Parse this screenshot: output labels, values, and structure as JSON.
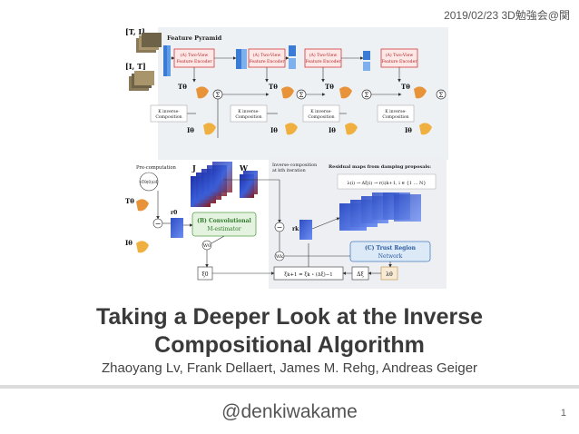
{
  "slide": {
    "date_event": "2019/02/23 3D勉強会@関",
    "title_line1": "Taking a Deeper Look at the Inverse",
    "title_line2": "Compositional Algorithm",
    "authors": "Zhaoyang Lv, Frank Dellaert, James M. Rehg, Andreas Geiger",
    "presenter": "@denkiwakame",
    "page_number": "1"
  },
  "figure": {
    "top": {
      "label_TI": "[T, I]",
      "label_IT": "[I, T]",
      "feature_pyramid": "Feature Pyramid",
      "encoder_line1": "(A) Two-View",
      "encoder_line2": "Feature Encoder",
      "k_line1": "K inverse-",
      "k_line2": "Composition",
      "sum_symbol": "Σ",
      "t_theta": "Tθ",
      "i_theta": "Iθ"
    },
    "bottom": {
      "precomputation": "Pre-computation",
      "jacobian_expr": "∂Tθ(0)/∂ξ",
      "J": "J",
      "W": "W",
      "inverse_comp_line1": "Inverse-composition",
      "inverse_comp_line2": "at kth iteration",
      "residual_maps": "Residual maps from damping proposals:",
      "proposal_formula": "λ(i) → Δξ(i) → r(i)k+1, i ∈ {1 ... N}",
      "t_theta": "Tθ",
      "i_theta": "Iθ",
      "r_zero": "r0",
      "r_k": "rk",
      "m_est_line1": "(B) Convolutional",
      "m_est_line2": "M-estimator",
      "trn_line1": "(C) Trust Region",
      "trn_line2": "Network",
      "w_zero": "W0",
      "w_k": "Wk",
      "xi_zero": "ξ0",
      "update_formula": "ξk+1 = ξk ∘ (Δξ)−1",
      "delta_xi": "Δξ",
      "lambda_theta": "λθ",
      "minus": "−"
    }
  }
}
